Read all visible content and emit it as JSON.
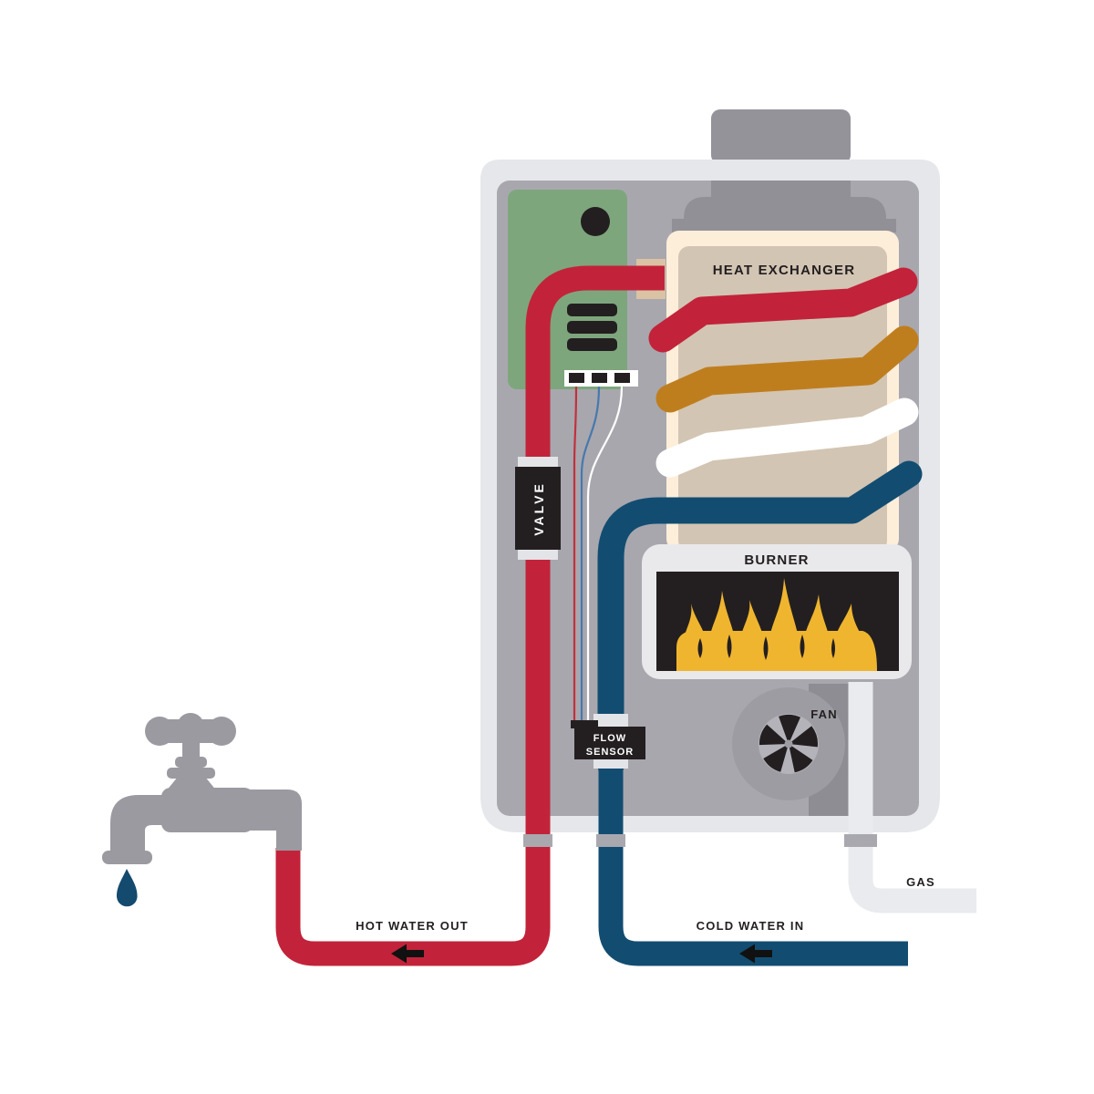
{
  "diagram": {
    "type": "tankless-water-heater-cutaway",
    "labels": {
      "heat_exchanger": "HEAT EXCHANGER",
      "burner": "BURNER",
      "fan": "FAN",
      "valve": "VALVE",
      "flow_sensor_line1": "FLOW",
      "flow_sensor_line2": "SENSOR",
      "gas": "GAS",
      "hot_water_out": "HOT WATER OUT",
      "cold_water_in": "COLD WATER IN"
    },
    "colors": {
      "hot_water_red": "#c2233a",
      "cold_water_blue": "#124d71",
      "water_drop_navy": "#134a6d",
      "gold_coil": "#bf7e1e",
      "white_coil": "#ffffff",
      "flame_yellow": "#f0b52f",
      "pcb_green": "#7ea67d",
      "heat_exchanger_outer_cream": "#fdeeda",
      "heat_exchanger_inner_tan": "#d3c5b3",
      "pipe_connector_beige": "#d9c3a4",
      "shell_light_gray": "#e6e7ea",
      "panel_gray": "#a8a7ae",
      "vent_gray": "#949399",
      "dome_gray": "#919096",
      "fan_housing_gray": "#8e8d94",
      "fan_circle_gray": "#9d9ca2",
      "fan_inner_gray": "#b4b3b9",
      "faucet_gray": "#9b9aa0",
      "band_gray": "#a9a8af",
      "gas_pipe_gray": "#eaebee",
      "component_black": "#231f20",
      "wire_blue": "#4679ad"
    }
  }
}
